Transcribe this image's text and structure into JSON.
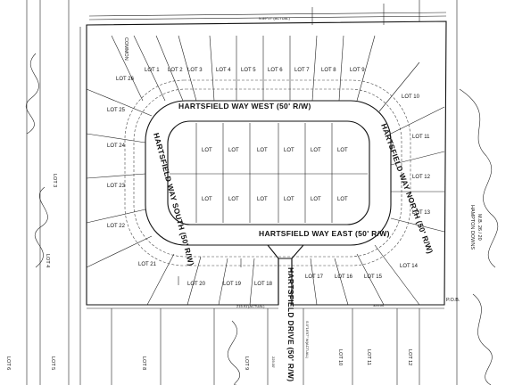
{
  "roads": {
    "west": "HARTSFIELD WAY WEST (50' R/W)",
    "north": "HARTSFIELD WAY NORTH (50' R/W)",
    "south": "HARTSFIELD WAY SOUTH (50' R/W)",
    "east": "HARTSFIELD WAY EAST (50' R/W)",
    "drive": "HARTSFIELD DRIVE (50' R/W)"
  },
  "labels": {
    "hampton_downs": "HAMPTON DOWNS",
    "hampton_book": "M.B. 26 / 20",
    "pob": "P.O.B.",
    "common": "COMMON",
    "actual_top": "N 89°17' (ACTUAL)",
    "actual_bottom": "215.91'(ACTUAL)",
    "dist_324": "324.00'",
    "dist_225": "225.00'",
    "bearing_se": "S 0°16'57\" W(ACTUAL)"
  },
  "outer_lots": [
    "LOT 1",
    "LOT 2",
    "LOT 3",
    "LOT 4",
    "LOT 5",
    "LOT 6",
    "LOT 7",
    "LOT 8",
    "LOT 9",
    "LOT 10",
    "LOT 11",
    "LOT 12",
    "LOT 13",
    "LOT 14",
    "LOT 15",
    "LOT 16",
    "LOT 17",
    "LOT 18",
    "LOT 19",
    "LOT 20",
    "LOT 21",
    "LOT 22",
    "LOT 23",
    "LOT 24",
    "LOT 25",
    "LOT 26"
  ],
  "inner_lots": [
    "LOT",
    "LOT",
    "LOT",
    "LOT",
    "LOT",
    "LOT",
    "LOT",
    "LOT",
    "LOT",
    "LOT",
    "LOT",
    "LOT"
  ],
  "south_lots": [
    "LOT 8",
    "LOT 9",
    "LOT 10",
    "LOT 11",
    "LOT 12"
  ],
  "west_lots": [
    "LOT 3",
    "LOT 4",
    "LOT 5",
    "LOT 6"
  ],
  "colors": {
    "line": "#111111",
    "paper": "#ffffff"
  }
}
